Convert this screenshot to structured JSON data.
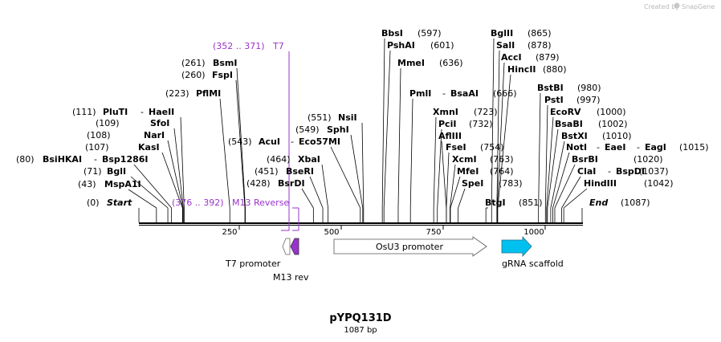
{
  "watermark": {
    "prefix": "Created by",
    "brand": "SnapGene"
  },
  "map": {
    "total_bp": 1087,
    "ticks": [
      250,
      500,
      750,
      1000
    ],
    "colors": {
      "primer": "#9933cc",
      "backbone": "#000000",
      "feature_white": "#ffffff",
      "feature_purple": "#9933cc",
      "feature_cyan": "#00c0f0"
    }
  },
  "sites": [
    {
      "name": "Start",
      "pos": "(0)",
      "italic": true
    },
    {
      "name": "MspA1I",
      "pos": "(43)"
    },
    {
      "name": "BglI",
      "pos": "(71)"
    },
    {
      "name": "BsiHKAI",
      "extra": "Bsp1286I",
      "pos": "(80)"
    },
    {
      "name": "KasI",
      "pos": "(107)"
    },
    {
      "name": "NarI",
      "pos": "(108)"
    },
    {
      "name": "SfoI",
      "pos": "(109)"
    },
    {
      "name": "PluTI",
      "extra": "HaeII",
      "pos": "(111)"
    },
    {
      "name": "PflMI",
      "pos": "(223)"
    },
    {
      "name": "FspI",
      "pos": "(260)"
    },
    {
      "name": "BsmI",
      "pos": "(261)"
    },
    {
      "name": "BsrDI",
      "pos": "(428)"
    },
    {
      "name": "BseRI",
      "pos": "(451)"
    },
    {
      "name": "XbaI",
      "pos": "(464)"
    },
    {
      "name": "AcuI",
      "extra": "Eco57MI",
      "pos": "(543)"
    },
    {
      "name": "SphI",
      "pos": "(549)"
    },
    {
      "name": "NsiI",
      "pos": "(551)"
    },
    {
      "name": "BbsI",
      "pos": "(597)"
    },
    {
      "name": "PshAI",
      "pos": "(601)"
    },
    {
      "name": "MmeI",
      "pos": "(636)"
    },
    {
      "name": "PmlI",
      "extra": "BsaAI",
      "pos": "(666)"
    },
    {
      "name": "XmnI",
      "pos": "(723)"
    },
    {
      "name": "PciI",
      "pos": "(732)"
    },
    {
      "name": "AflIII",
      "pos": "(754)"
    },
    {
      "name": "FseI",
      "pos": "(754)"
    },
    {
      "name": "XcmI",
      "pos": "(763)"
    },
    {
      "name": "MfeI",
      "pos": "(764)"
    },
    {
      "name": "SpeI",
      "pos": "(783)"
    },
    {
      "name": "BtgI",
      "pos": "(851)"
    },
    {
      "name": "BglII",
      "pos": "(865)"
    },
    {
      "name": "SalI",
      "pos": "(878)"
    },
    {
      "name": "AccI",
      "pos": "(879)"
    },
    {
      "name": "HincII",
      "pos": "(880)"
    },
    {
      "name": "BstBI",
      "pos": "(980)"
    },
    {
      "name": "PstI",
      "pos": "(997)"
    },
    {
      "name": "EcoRV",
      "pos": "(1000)"
    },
    {
      "name": "BsaBI",
      "pos": "(1002)"
    },
    {
      "name": "BstXI",
      "pos": "(1010)"
    },
    {
      "name": "NotI",
      "extra": "EaeI",
      "extra2": "EagI",
      "pos": "(1015)"
    },
    {
      "name": "BsrBI",
      "pos": "(1020)"
    },
    {
      "name": "ClaI",
      "extra": "BspDI",
      "pos": "(1037)"
    },
    {
      "name": "HindIII",
      "pos": "(1042)"
    },
    {
      "name": "End",
      "pos": "(1087)",
      "italic": true
    }
  ],
  "primers": [
    {
      "name": "T7",
      "range": "(352 .. 371)"
    },
    {
      "name": "M13 Reverse",
      "range": "(376 .. 392)"
    }
  ],
  "features": [
    {
      "name": "T7 promoter"
    },
    {
      "name": "M13 rev"
    },
    {
      "name": "OsU3 promoter"
    },
    {
      "name": "gRNA scaffold"
    }
  ],
  "title": "pYPQ131D",
  "subtitle": "1087 bp"
}
